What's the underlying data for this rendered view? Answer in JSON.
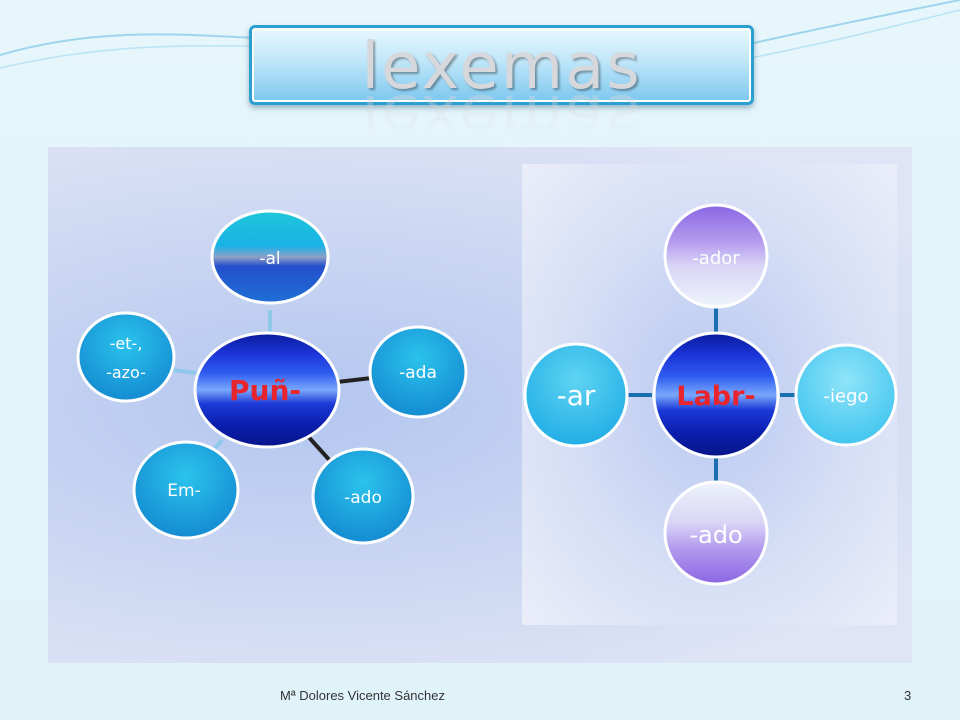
{
  "slide": {
    "title": "lexemas",
    "footer_author": "Mª Dolores Vicente Sánchez",
    "page_number": "3"
  },
  "diagram_left": {
    "center": "Puñ-",
    "nodes": {
      "al": "-al",
      "ada": "-ada",
      "ado": "-ado",
      "em": "Em-",
      "etazo_line1": "-et-,",
      "etazo_line2": "-azo-"
    }
  },
  "diagram_right": {
    "center": "Labr-",
    "nodes": {
      "ador": "-ador",
      "iego": "-iego",
      "ado": "-ado",
      "ar": "-ar"
    }
  },
  "colors": {
    "center_text": "#e8242c",
    "node_border": "#ffffff",
    "title_border": "#2a9fd0"
  }
}
